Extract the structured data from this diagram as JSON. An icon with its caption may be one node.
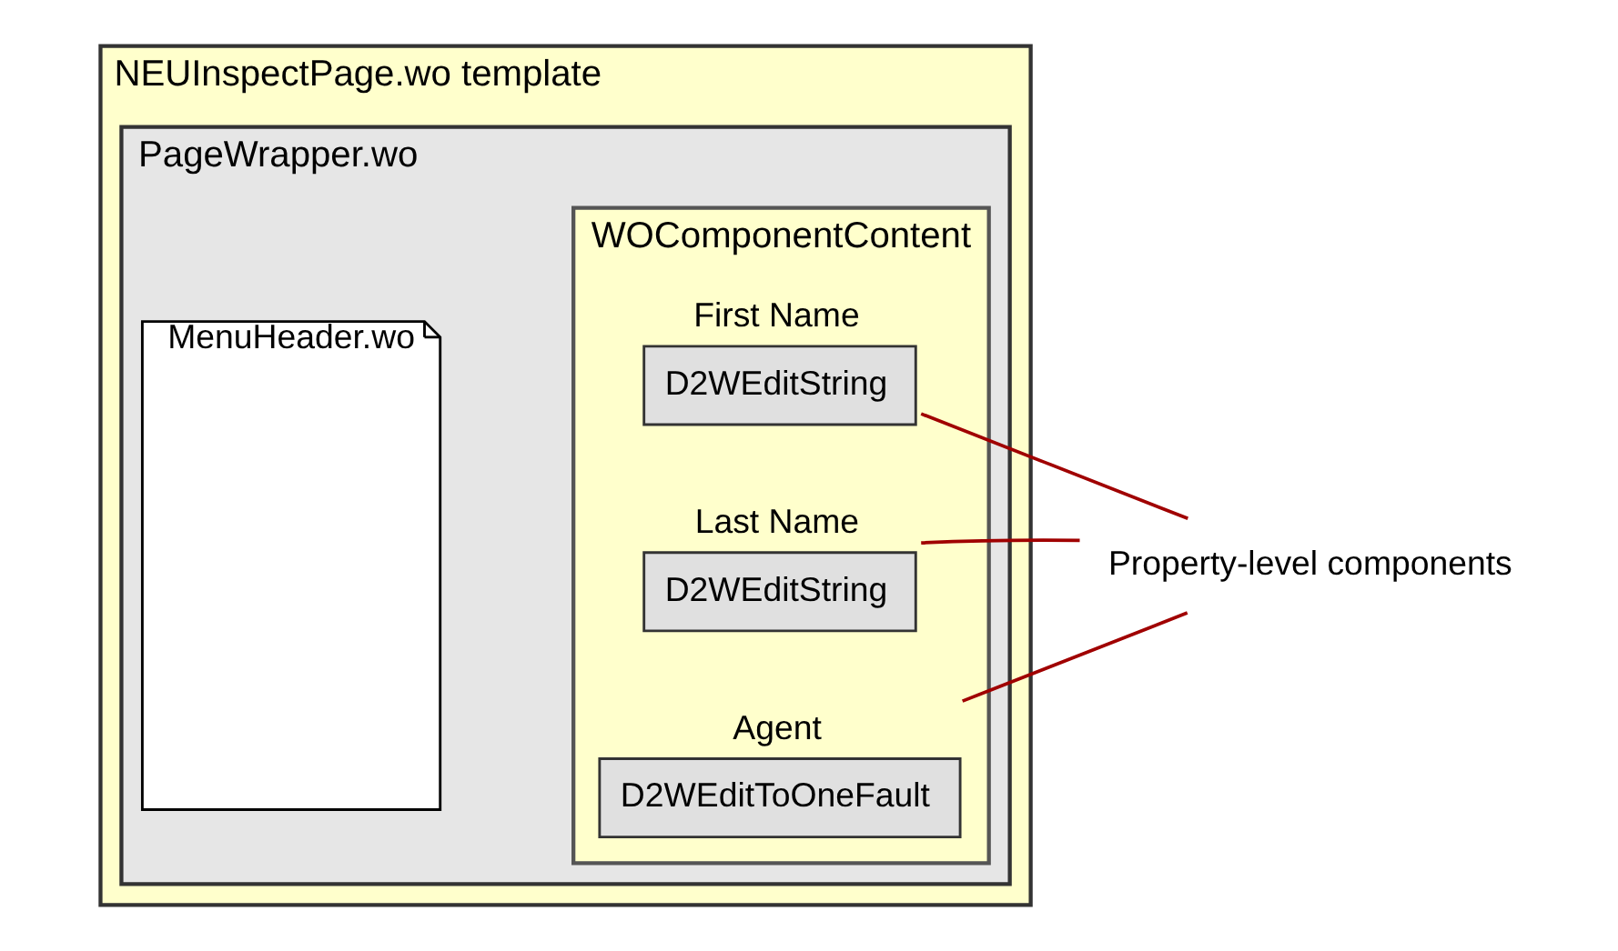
{
  "diagram": {
    "nodes": [
      {
        "text": [
          "NEUInspectPage.wo template"
        ]
      },
      {
        "text": [
          "PageWrapper.wo"
        ],
        "in": 0
      },
      {
        "text": [
          "MenuHeader.wo"
        ],
        "in": 1
      },
      {
        "text": [
          "WOComponentContent"
        ],
        "in": 1
      },
      {
        "text": [
          "D2WEditString"
        ],
        "beside": [
          "First Name"
        ],
        "in": 3
      },
      {
        "text": [
          "D2WEditString"
        ],
        "beside": [
          "Last Name"
        ],
        "in": 3
      },
      {
        "text": [
          "D2WEditToOneFault"
        ],
        "beside": [
          "Agent"
        ],
        "in": 3
      },
      {
        "text": [
          "Property-level components"
        ]
      }
    ],
    "edges": [
      {
        "from": 7,
        "to": 4,
        "arrow": "none"
      },
      {
        "from": 7,
        "to": 5,
        "arrow": "none"
      },
      {
        "from": 7,
        "to": 6,
        "arrow": "none"
      }
    ]
  }
}
